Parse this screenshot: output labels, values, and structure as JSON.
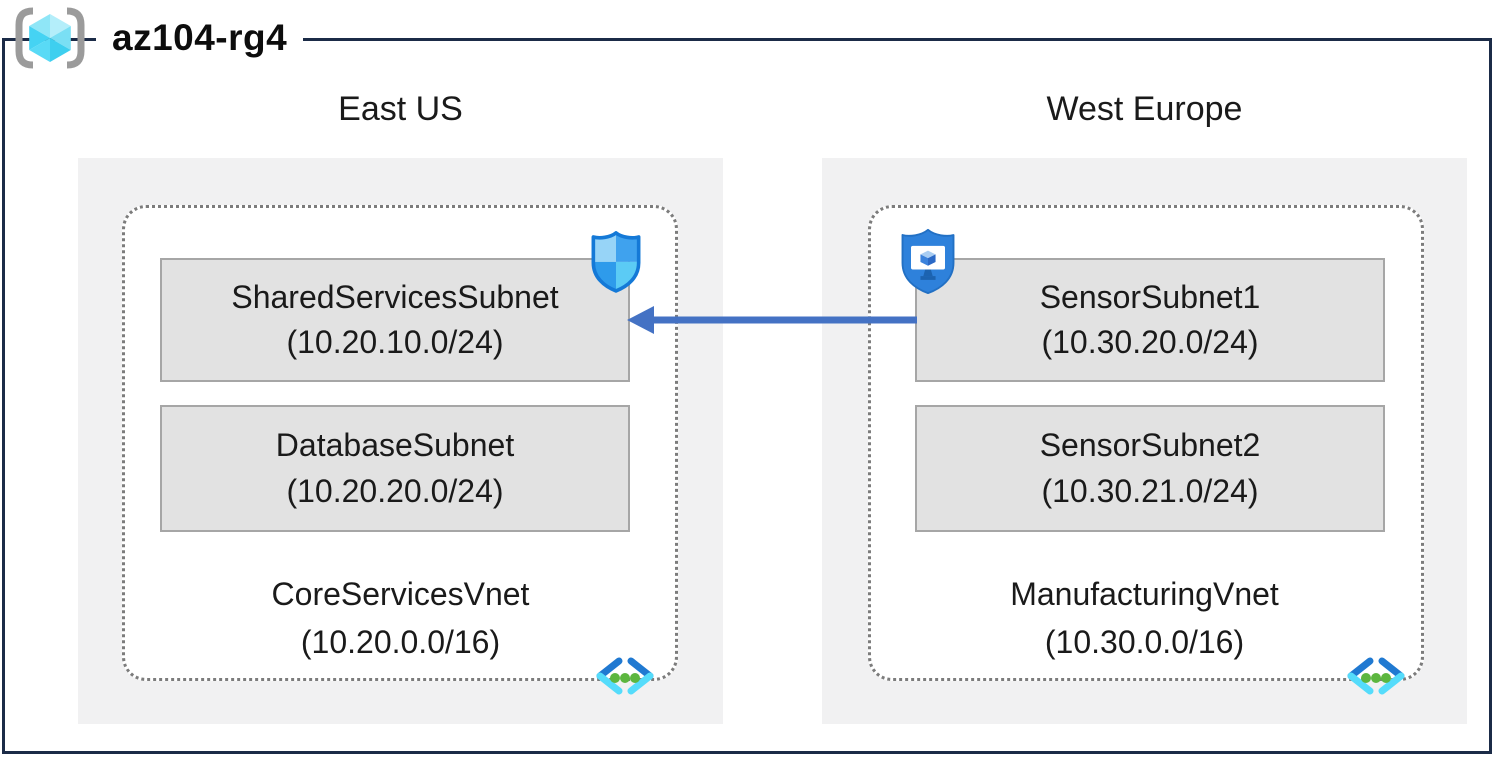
{
  "title": "az104-rg4",
  "icons": {
    "resource_group": "resource-group-brackets-cube",
    "nsg": "network-security-group-shield",
    "asg": "application-security-group-shield",
    "vnet": "virtual-network-chevrons"
  },
  "colors": {
    "frame_border": "#1b2b47",
    "arrow_blue": "#4472c4",
    "region_fill": "#f1f1f2",
    "subnet_fill": "#e2e2e2",
    "dotted_border": "#7c7c7c",
    "vnet_dot_green": "#5cb63f",
    "azure_blue": "#2079d1",
    "azure_cyan": "#55dcfb"
  },
  "regions": [
    {
      "name": "East US",
      "vnet": {
        "name": "CoreServicesVnet",
        "cidr": "(10.20.0.0/16)"
      },
      "subnets": [
        {
          "name": "SharedServicesSubnet",
          "cidr": "(10.20.10.0/24)"
        },
        {
          "name": "DatabaseSubnet",
          "cidr": "(10.20.20.0/24)"
        }
      ]
    },
    {
      "name": "West Europe",
      "vnet": {
        "name": "ManufacturingVnet",
        "cidr": "(10.30.0.0/16)"
      },
      "subnets": [
        {
          "name": "SensorSubnet1",
          "cidr": "(10.30.20.0/24)"
        },
        {
          "name": "SensorSubnet2",
          "cidr": "(10.30.21.0/24)"
        }
      ]
    }
  ],
  "connection": {
    "from": "SensorSubnet1",
    "to": "SharedServicesSubnet",
    "direction": "right-to-left"
  }
}
